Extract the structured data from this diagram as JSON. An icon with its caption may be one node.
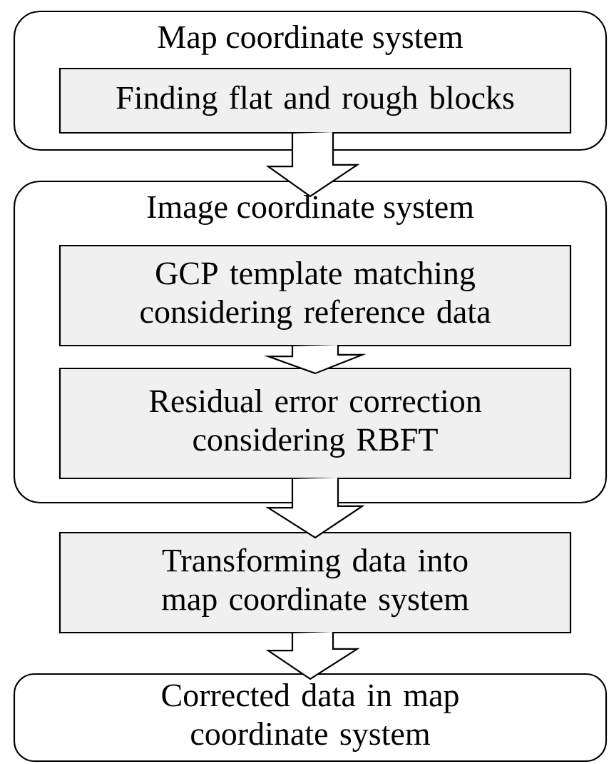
{
  "diagram": {
    "nodes": [
      {
        "text": [
          "Map coordinate system"
        ]
      },
      {
        "text": [
          "Finding flat and rough blocks"
        ],
        "in": 0
      },
      {
        "text": [
          "Image coordinate system"
        ]
      },
      {
        "text": [
          "GCP template matching considering reference data"
        ],
        "in": 2
      },
      {
        "text": [
          "Residual error correction considering RBFT"
        ],
        "in": 2
      },
      {
        "text": [
          "Transforming data into map coordinate system"
        ]
      },
      {
        "text": [
          "Corrected data in map coordinate system"
        ]
      }
    ],
    "edges": [
      {
        "from": 1,
        "to": 2,
        "arrow": "to"
      },
      {
        "from": 3,
        "to": 4,
        "arrow": "to"
      },
      {
        "from": 4,
        "to": 5,
        "arrow": "to"
      },
      {
        "from": 5,
        "to": 6,
        "arrow": "to"
      }
    ]
  }
}
